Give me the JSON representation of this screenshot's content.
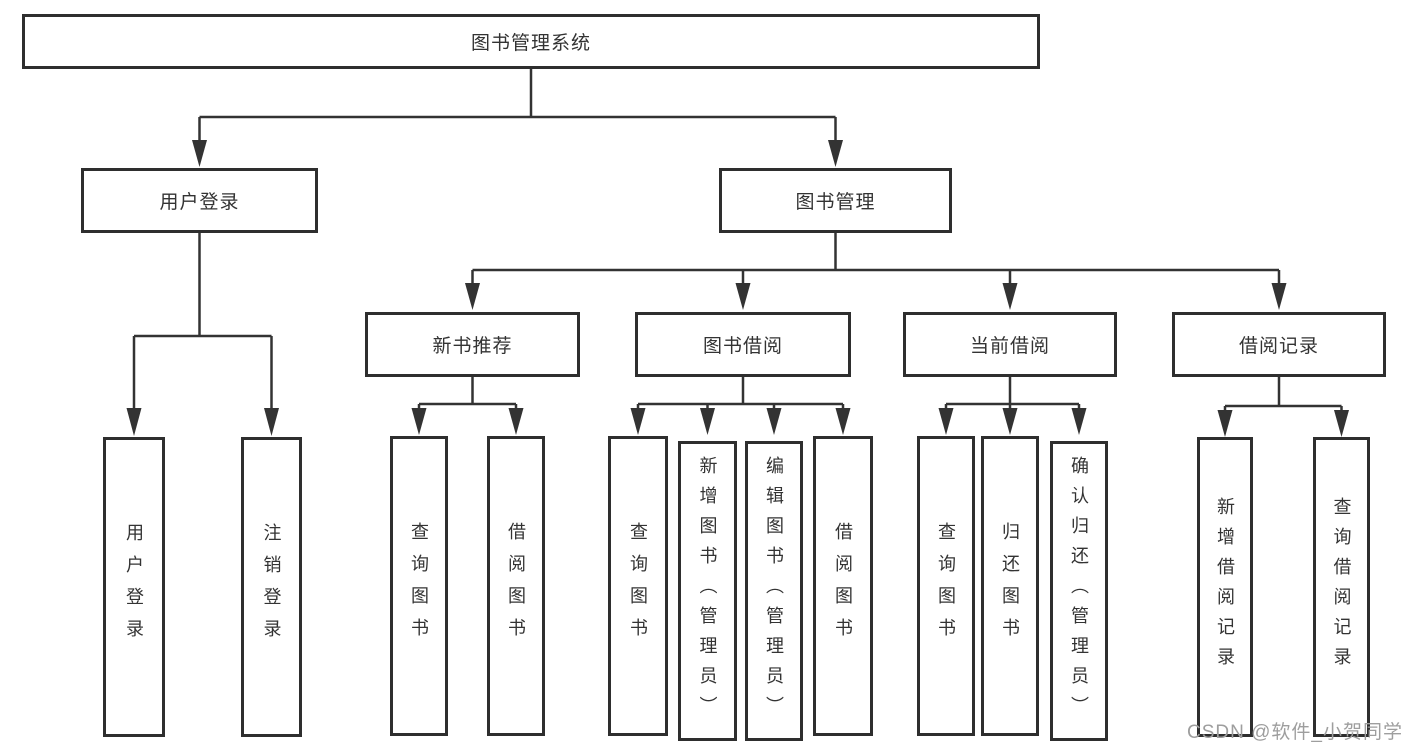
{
  "colors": {
    "line": "#333333",
    "box_border": "#2e2e2e",
    "text": "#333333",
    "watermark": "#9e9e9e",
    "background": "#ffffff"
  },
  "root": {
    "label": "图书管理系统"
  },
  "level2": {
    "user_login": "用户登录",
    "book_management": "图书管理"
  },
  "level3": {
    "new_book_recommend": "新书推荐",
    "book_borrowing": "图书借阅",
    "current_borrowing": "当前借阅",
    "borrowing_records": "借阅记录"
  },
  "leaves": {
    "user_login": "用户登录",
    "logout": "注销登录",
    "nb_search_book": "查询图书",
    "nb_borrow_book": "借阅图书",
    "bb_search_book": "查询图书",
    "bb_add_book": "新增图书（管理员）",
    "bb_edit_book": "编辑图书（管理员）",
    "bb_borrow_book": "借阅图书",
    "cb_search_book": "查询图书",
    "cb_return_book": "归还图书",
    "cb_confirm_return": "确认归还（管理员）",
    "br_add_record": "新增借阅记录",
    "br_search_record": "查询借阅记录"
  },
  "watermark": "CSDN @软件_小贺同学"
}
